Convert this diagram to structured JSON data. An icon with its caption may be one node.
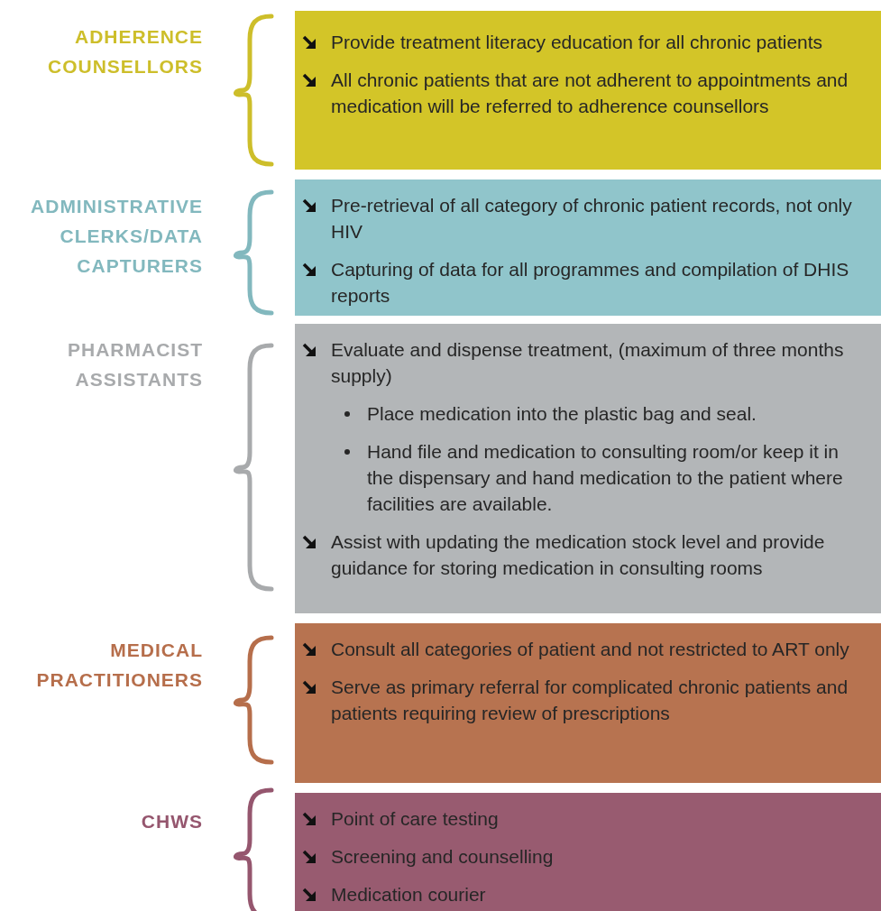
{
  "diagram": {
    "nodes": [
      {
        "text": [
          "ADHERENCE COUNSELLORS",
          "Provide treatment literacy education for all chronic patients",
          "All chronic patients that are not adherent to appointments and medication will be referred to adherence counsellors"
        ]
      },
      {
        "text": [
          "ADMINISTRATIVE CLERKS/DATA CAPTURERS",
          "Pre-retrieval of all category of chronic patient records, not only HIV",
          "Capturing of data for all programmes and compilation of DHIS reports"
        ]
      },
      {
        "text": [
          "PHARMACIST ASSISTANTS",
          "Evaluate and dispense treatment, (maximum of three months supply)",
          "Place medication into the plastic bag and seal.",
          "Hand file and medication to consulting room/or keep it in the dispensary and hand medication to the patient where facilities are available.",
          "Assist with updating the medication stock level and provide guidance for storing medication in consulting rooms"
        ]
      },
      {
        "text": [
          "MEDICAL PRACTITIONERS",
          "Consult all categories of patient and not restricted to ART only",
          "Serve as primary referral for complicated chronic patients and patients requiring review of prescriptions"
        ]
      },
      {
        "text": [
          "CHWS",
          "Point of care testing",
          "Screening and counselling",
          "Medication courier"
        ]
      }
    ]
  }
}
